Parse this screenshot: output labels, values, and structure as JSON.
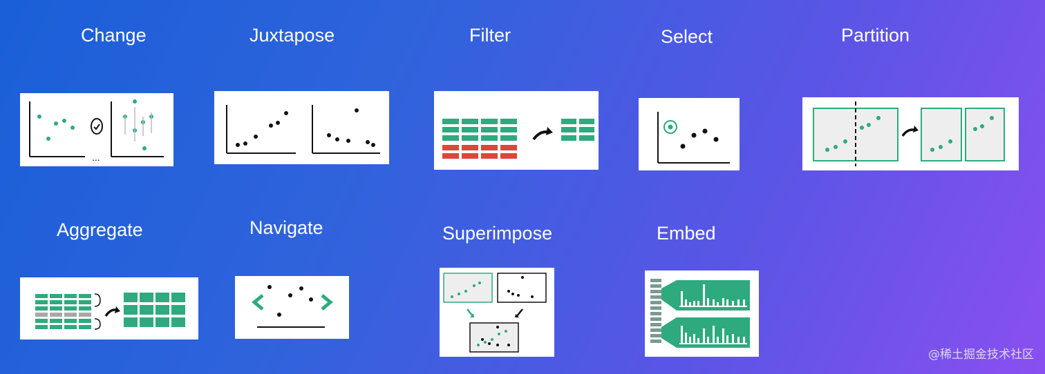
{
  "labels": {
    "change": "Change",
    "juxtapose": "Juxtapose",
    "filter": "Filter",
    "select": "Select",
    "partition": "Partition",
    "aggregate": "Aggregate",
    "navigate": "Navigate",
    "superimpose": "Superimpose",
    "embed": "Embed"
  },
  "watermark": "@稀土掘金技术社区",
  "colors": {
    "green": "#2eaa7e",
    "red": "#d9483b",
    "gray": "#a8a8a8",
    "light_gray": "#eeeeee"
  }
}
